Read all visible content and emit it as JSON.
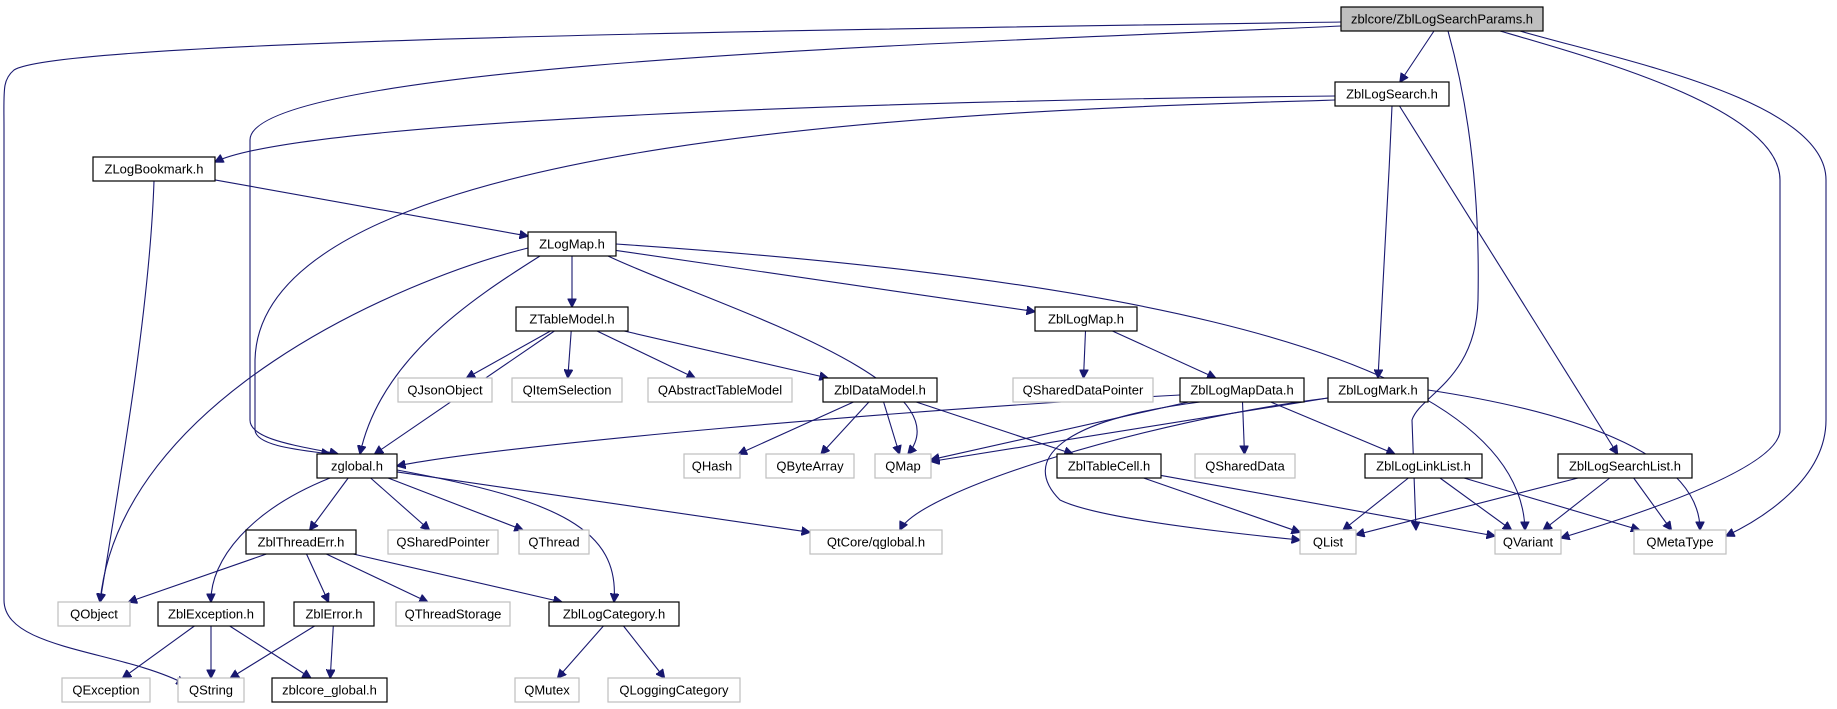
{
  "nodes": {
    "zblLogSearchParams": {
      "label": "zblcore/ZblLogSearchParams.h",
      "kind": "root"
    },
    "zblLogSearch": {
      "label": "ZblLogSearch.h",
      "kind": "doc"
    },
    "zLogBookmark": {
      "label": "ZLogBookmark.h",
      "kind": "doc"
    },
    "zLogMap": {
      "label": "ZLogMap.h",
      "kind": "doc"
    },
    "zTableModel": {
      "label": "ZTableModel.h",
      "kind": "doc"
    },
    "zblLogMap": {
      "label": "ZblLogMap.h",
      "kind": "doc"
    },
    "qJsonObject": {
      "label": "QJsonObject",
      "kind": "ext"
    },
    "qItemSelection": {
      "label": "QItemSelection",
      "kind": "ext"
    },
    "qAbstractTableModel": {
      "label": "QAbstractTableModel",
      "kind": "ext"
    },
    "zblDataModel": {
      "label": "ZblDataModel.h",
      "kind": "doc"
    },
    "qSharedDataPointer": {
      "label": "QSharedDataPointer",
      "kind": "ext"
    },
    "zblLogMapData": {
      "label": "ZblLogMapData.h",
      "kind": "doc"
    },
    "zblLogMark": {
      "label": "ZblLogMark.h",
      "kind": "doc"
    },
    "zglobal": {
      "label": "zglobal.h",
      "kind": "doc"
    },
    "qHash": {
      "label": "QHash",
      "kind": "ext"
    },
    "qByteArray": {
      "label": "QByteArray",
      "kind": "ext"
    },
    "qMap": {
      "label": "QMap",
      "kind": "ext"
    },
    "zblTableCell": {
      "label": "ZblTableCell.h",
      "kind": "doc"
    },
    "qSharedData": {
      "label": "QSharedData",
      "kind": "ext"
    },
    "zblLogLinkList": {
      "label": "ZblLogLinkList.h",
      "kind": "doc"
    },
    "zblLogSearchList": {
      "label": "ZblLogSearchList.h",
      "kind": "doc"
    },
    "zblThreadErr": {
      "label": "ZblThreadErr.h",
      "kind": "doc"
    },
    "qSharedPointer": {
      "label": "QSharedPointer",
      "kind": "ext"
    },
    "qThread": {
      "label": "QThread",
      "kind": "ext"
    },
    "qtCoreQglobal": {
      "label": "QtCore/qglobal.h",
      "kind": "ext"
    },
    "qList": {
      "label": "QList",
      "kind": "ext"
    },
    "qVariant": {
      "label": "QVariant",
      "kind": "ext"
    },
    "qMetaType": {
      "label": "QMetaType",
      "kind": "ext"
    },
    "qObject": {
      "label": "QObject",
      "kind": "ext"
    },
    "zblException": {
      "label": "ZblException.h",
      "kind": "doc"
    },
    "zblError": {
      "label": "ZblError.h",
      "kind": "doc"
    },
    "qThreadStorage": {
      "label": "QThreadStorage",
      "kind": "ext"
    },
    "zblLogCategory": {
      "label": "ZblLogCategory.h",
      "kind": "doc"
    },
    "qException": {
      "label": "QException",
      "kind": "ext"
    },
    "qString": {
      "label": "QString",
      "kind": "ext"
    },
    "zblcoreGlobal": {
      "label": "zblcore_global.h",
      "kind": "doc"
    },
    "qMutex": {
      "label": "QMutex",
      "kind": "ext"
    },
    "qLoggingCategory": {
      "label": "QLoggingCategory",
      "kind": "ext"
    }
  },
  "edges": [
    [
      "zblLogSearchParams",
      "zblLogSearch"
    ],
    [
      "zblLogSearchParams",
      "zglobal"
    ],
    [
      "zblLogSearchParams",
      "qString"
    ],
    [
      "zblLogSearchParams",
      "qList"
    ],
    [
      "zblLogSearchParams",
      "qVariant"
    ],
    [
      "zblLogSearchParams",
      "qMetaType"
    ],
    [
      "zblLogSearch",
      "zLogBookmark"
    ],
    [
      "zblLogSearch",
      "zglobal"
    ],
    [
      "zblLogSearch",
      "zblLogMark"
    ],
    [
      "zblLogSearch",
      "zblLogSearchList"
    ],
    [
      "zLogBookmark",
      "zLogMap"
    ],
    [
      "zLogBookmark",
      "qObject"
    ],
    [
      "zLogMap",
      "zTableModel"
    ],
    [
      "zLogMap",
      "zblLogMap"
    ],
    [
      "zLogMap",
      "zglobal"
    ],
    [
      "zLogMap",
      "qObject"
    ],
    [
      "zLogMap",
      "qMap"
    ],
    [
      "zLogMap",
      "qVariant"
    ],
    [
      "zTableModel",
      "qJsonObject"
    ],
    [
      "zTableModel",
      "qItemSelection"
    ],
    [
      "zTableModel",
      "qAbstractTableModel"
    ],
    [
      "zTableModel",
      "zblDataModel"
    ],
    [
      "zTableModel",
      "zglobal"
    ],
    [
      "zblLogMap",
      "qSharedDataPointer"
    ],
    [
      "zblLogMap",
      "zblLogMapData"
    ],
    [
      "zblDataModel",
      "qHash"
    ],
    [
      "zblDataModel",
      "qByteArray"
    ],
    [
      "zblDataModel",
      "qMap"
    ],
    [
      "zblDataModel",
      "zblTableCell"
    ],
    [
      "zblLogMapData",
      "zglobal"
    ],
    [
      "zblLogMapData",
      "qMap"
    ],
    [
      "zblLogMapData",
      "qSharedData"
    ],
    [
      "zblLogMapData",
      "zblLogLinkList"
    ],
    [
      "zblLogMapData",
      "qList"
    ],
    [
      "zblLogMark",
      "qMap"
    ],
    [
      "zblLogMark",
      "qtCoreQglobal"
    ],
    [
      "zblLogMark",
      "qMetaType"
    ],
    [
      "zblTableCell",
      "qList"
    ],
    [
      "zblTableCell",
      "qVariant"
    ],
    [
      "zblLogLinkList",
      "qList"
    ],
    [
      "zblLogLinkList",
      "qVariant"
    ],
    [
      "zblLogLinkList",
      "qMetaType"
    ],
    [
      "zblLogSearchList",
      "qList"
    ],
    [
      "zblLogSearchList",
      "qVariant"
    ],
    [
      "zblLogSearchList",
      "qMetaType"
    ],
    [
      "zglobal",
      "zblThreadErr"
    ],
    [
      "zglobal",
      "qSharedPointer"
    ],
    [
      "zglobal",
      "qThread"
    ],
    [
      "zglobal",
      "qtCoreQglobal"
    ],
    [
      "zglobal",
      "zblException"
    ],
    [
      "zglobal",
      "zblLogCategory"
    ],
    [
      "zblThreadErr",
      "qObject"
    ],
    [
      "zblThreadErr",
      "zblError"
    ],
    [
      "zblThreadErr",
      "qThreadStorage"
    ],
    [
      "zblThreadErr",
      "zblLogCategory"
    ],
    [
      "zblException",
      "qException"
    ],
    [
      "zblException",
      "qString"
    ],
    [
      "zblException",
      "zblcoreGlobal"
    ],
    [
      "zblError",
      "qString"
    ],
    [
      "zblError",
      "zblcoreGlobal"
    ],
    [
      "zblLogCategory",
      "qMutex"
    ],
    [
      "zblLogCategory",
      "qLoggingCategory"
    ]
  ]
}
